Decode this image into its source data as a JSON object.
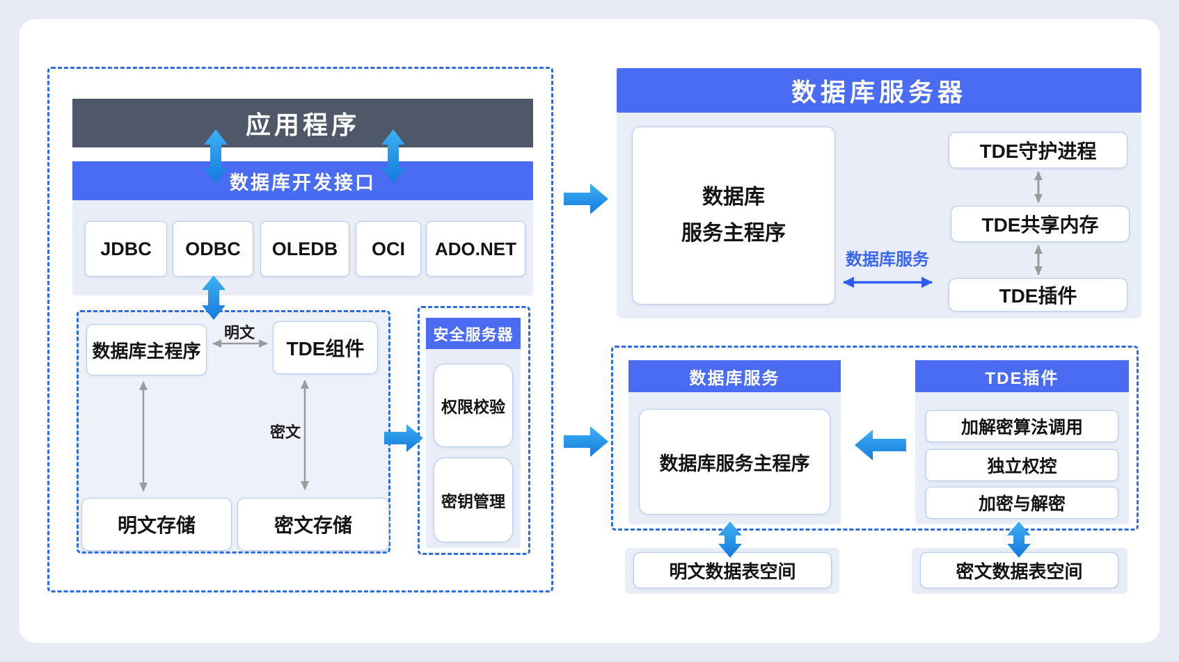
{
  "colors": {
    "page_bg": "#e7eaf5",
    "primary_blue": "#4a6cf3",
    "dark_slate": "#4e5869",
    "dashed_border": "#2e6ae2",
    "panel_bg": "#e9edf8",
    "arrow_cyan_light": "#3cb1f3",
    "arrow_cyan_dark": "#1679dd",
    "arrow_gray": "#9b9b9b",
    "link_blue": "#2d5ef0"
  },
  "application_region": {
    "app_bar": "应用程序",
    "dev_api_bar": "数据库开发接口",
    "connectors": [
      "JDBC",
      "ODBC",
      "OLEDB",
      "OCI",
      "ADO.NET"
    ],
    "db_main_program": "数据库主程序",
    "tde_component": "TDE组件",
    "plaintext_label": "明文",
    "ciphertext_label": "密文",
    "plaintext_storage": "明文存储",
    "ciphertext_storage": "密文存储"
  },
  "security_server": {
    "title": "安全服务器",
    "permission_check": "权限校验",
    "key_management": "密钥管理"
  },
  "database_server": {
    "title": "数据库服务器",
    "main_program_line1": "数据库",
    "main_program_line2": "服务主程序",
    "tde_daemon": "TDE守护进程",
    "tde_shared_memory": "TDE共享内存",
    "tde_plugin": "TDE插件",
    "db_service_label": "数据库服务"
  },
  "database_service": {
    "title": "数据库服务",
    "main_program": "数据库服务主程序",
    "tde_plugin_title": "TDE插件",
    "functions": [
      "加解密算法调用",
      "独立权控",
      "加密与解密"
    ],
    "plaintext_tablespace": "明文数据表空间",
    "ciphertext_tablespace": "密文数据表空间"
  }
}
